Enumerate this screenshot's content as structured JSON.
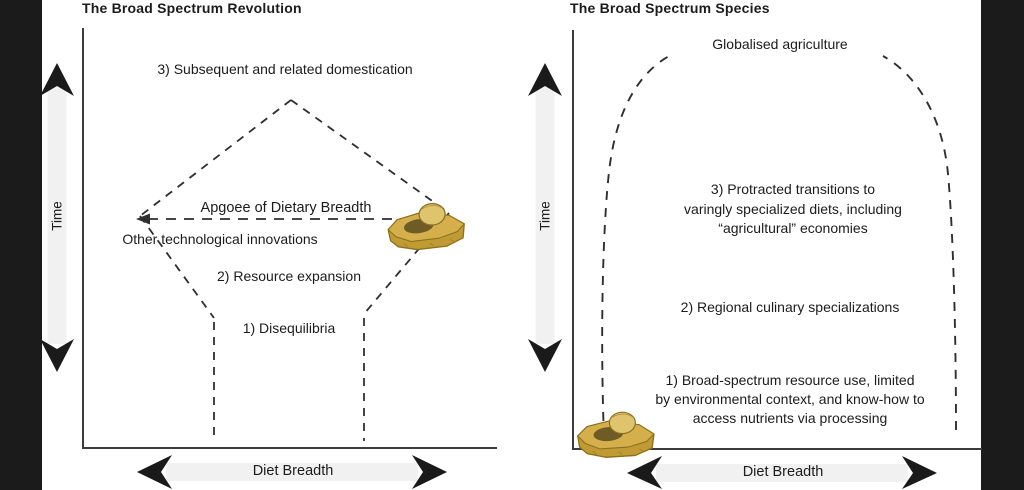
{
  "figure": {
    "description": "Two-panel conceptual diagram comparing broad spectrum models over time vs diet breadth"
  },
  "colors": {
    "background": "#ffffff",
    "side_band": "#1b1b1b",
    "axis": "#3c3c3c",
    "dashed_line": "#2f2f2f",
    "arrow_shaft": "#f1f1f1",
    "arrow_head": "#1a1a1a",
    "text": "#1c1c1c",
    "stone_body": "#d4af4b",
    "stone_side": "#c09a33",
    "stone_mano": "#dfc46e",
    "stone_pit": "#6e5b26",
    "stone_outline": "#8c701c"
  },
  "icons": {
    "grinding_stone": "grinding-stone-icon",
    "time_arrow": "double-headed-vertical-arrow",
    "diet_arrow": "double-headed-horizontal-arrow"
  },
  "panels": [
    {
      "title": "The Broad Spectrum Revolution",
      "time_label": "Time",
      "diet_label": "Diet Breadth",
      "labels": {
        "stage3": "3) Subsequent and related domestication",
        "apogee": "Apgoee of Dietary Breadth",
        "other": "Other technological innovations",
        "stage2": "2) Resource expansion",
        "stage1": "1) Disequilibria"
      }
    },
    {
      "title": "The Broad Spectrum Species",
      "time_label": "Time",
      "diet_label": "Diet Breadth",
      "labels": {
        "top": "Globalised agriculture",
        "stage3_lines": [
          "3) Protracted transitions to",
          "varingly specialized diets, including",
          "“agricultural” economies"
        ],
        "stage2": "2) Regional culinary specializations",
        "stage1_lines": [
          "1) Broad-spectrum resource use, limited",
          "by environmental context, and know-how to",
          "access nutrients via processing"
        ]
      }
    }
  ]
}
